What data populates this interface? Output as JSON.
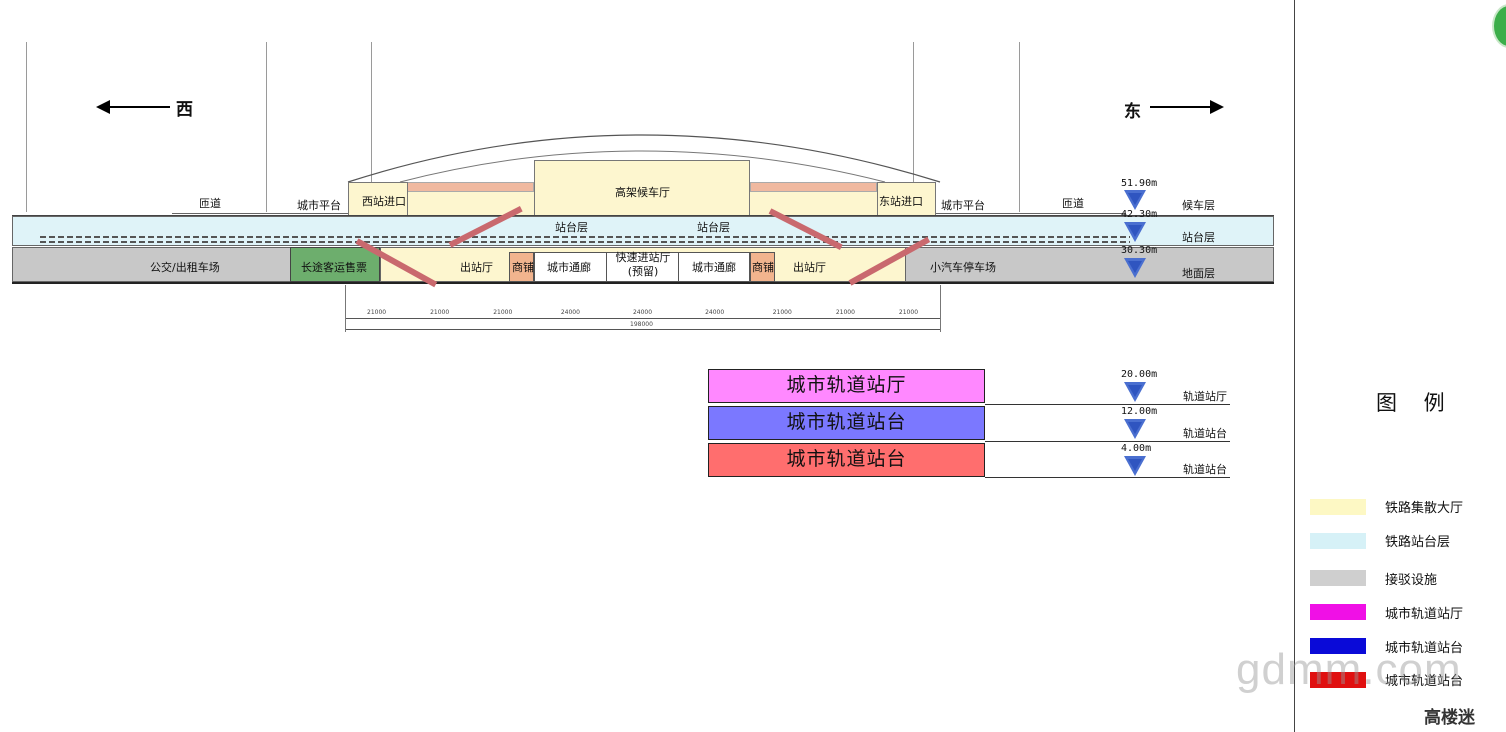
{
  "directions": {
    "west": "西",
    "east": "东"
  },
  "section": {
    "top_labels": {
      "ramp_west": "匝道",
      "city_platform_west": "城市平台",
      "west_entrance": "西站进口",
      "elevated_hall": "高架候车厅",
      "east_entrance": "东站进口",
      "city_platform_east": "城市平台",
      "ramp_east": "匝道"
    },
    "platform_labels": {
      "left": "站台层",
      "right": "站台层"
    },
    "ground_labels": {
      "bus_taxi": "公交/出租车场",
      "long_distance_ticket": "长途客运售票",
      "exit_hall_left": "出站厅",
      "shop_left": "商铺",
      "city_corridor_left": "城市通廊",
      "fast_entry_line1": "快速进站厅",
      "fast_entry_line2": "(预留)",
      "city_corridor_right": "城市通廊",
      "shop_right": "商铺",
      "exit_hall_right": "出站厅",
      "car_parking": "小汽车停车场"
    },
    "levels": [
      {
        "elev": "51.90m",
        "name": "候车层"
      },
      {
        "elev": "42.30m",
        "name": "站台层"
      },
      {
        "elev": "30.30m",
        "name": "地面层"
      }
    ],
    "dimensions": [
      "21000",
      "21000",
      "21000",
      "24000",
      "24000",
      "24000",
      "21000",
      "21000",
      "21000"
    ],
    "dimension_total": "198000"
  },
  "metro": {
    "boxes": [
      {
        "label": "城市轨道站厅",
        "color": "#ff88ff"
      },
      {
        "label": "城市轨道站台",
        "color": "#7b78ff"
      },
      {
        "label": "城市轨道站台",
        "color": "#ff6e6e"
      }
    ],
    "levels": [
      {
        "elev": "20.00m",
        "name": "轨道站厅"
      },
      {
        "elev": "12.00m",
        "name": "轨道站台"
      },
      {
        "elev": "4.00m",
        "name": "轨道站台"
      }
    ]
  },
  "legend": {
    "title": "图 例",
    "items": [
      {
        "label": "铁路集散大厅",
        "color": "#fdf8c4"
      },
      {
        "label": "铁路站台层",
        "color": "#d6f1f7"
      },
      {
        "label": "接驳设施",
        "color": "#cfcfcf"
      },
      {
        "label": "城市轨道站厅",
        "color": "#f010e6"
      },
      {
        "label": "城市轨道站台",
        "color": "#0a0ad8"
      },
      {
        "label": "城市轨道站台",
        "color": "#e01010"
      }
    ]
  },
  "watermark": {
    "text": "gdmm.com",
    "logo": "高楼迷"
  },
  "colors": {
    "hall": "#fdf6cf",
    "platform": "#dff3f8",
    "ground": "#c8c8c8",
    "green": "#6dae6d",
    "shop": "#f2b48e",
    "roof_band": "#f0b9a0"
  }
}
